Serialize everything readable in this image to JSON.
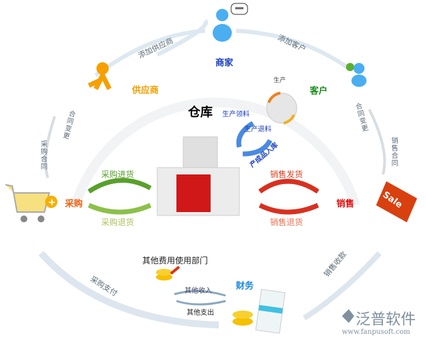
{
  "nodes": {
    "merchant": "商家",
    "supplier": "供应商",
    "customer": "客户",
    "warehouse": "仓库",
    "purchase": "采购",
    "sales": "销售",
    "finance": "财务",
    "other_dept": "其他费用使用部门"
  },
  "flows": {
    "add_supplier": "添加供应商",
    "add_customer": "添加客户",
    "production": "生产",
    "prod_pick": "生产领料",
    "prod_return": "生产退料",
    "finished_in": "产成品入库",
    "purchase_in": "采购进货",
    "purchase_return": "采购退货",
    "sales_ship": "销售发货",
    "sales_return": "销售退货",
    "contract_change_left": "合同变更",
    "purchase_contract": "采购合同",
    "contract_change_right": "合同变更",
    "sales_contract": "销售合同",
    "purchase_pay": "采购支付",
    "sales_receipt": "销售收款",
    "other_income": "其他收入",
    "other_expense": "其他支出"
  },
  "sale_tag": "Sale",
  "logo": {
    "name": "泛普软件",
    "url": "www.fanpusoft.com"
  },
  "colors": {
    "blue": "#1a3fc0",
    "orange": "#f0a000",
    "green": "#1a8a1a",
    "red": "#e01010",
    "purchase": "#f06010"
  }
}
